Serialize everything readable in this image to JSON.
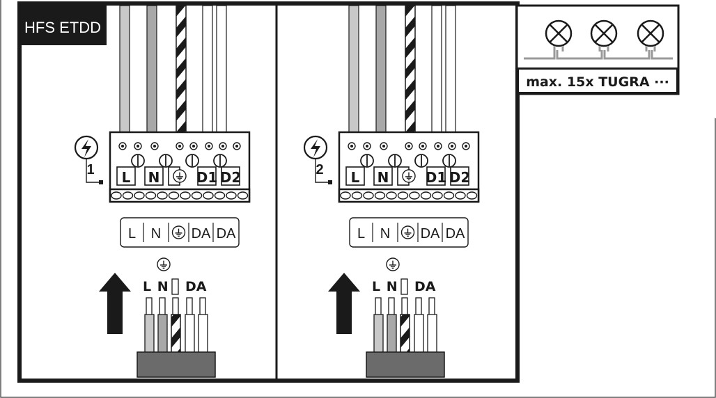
{
  "diagram": {
    "device_label": "HFS ETDD",
    "lamp_note": "max. 15x TUGRA ···",
    "terminal_labels": [
      "L",
      "N",
      "D1",
      "D2"
    ],
    "connector_labels": [
      "L",
      "N",
      "DA",
      "DA"
    ],
    "wire_group_labels": {
      "ln": "L N",
      "da": "DA"
    },
    "panels": [
      {
        "step": "1"
      },
      {
        "step": "2"
      }
    ],
    "colors": {
      "frame": "#1a1a1a",
      "wire_light": "#c8c8c8",
      "wire_mid": "#a8a8a8",
      "wire_white": "#ffffff",
      "plug": "#6b6b6b",
      "lamp_line": "#999999"
    },
    "icons": [
      "lightning-icon",
      "earth-ground-icon",
      "lamp-icon",
      "arrow-up-icon"
    ]
  }
}
